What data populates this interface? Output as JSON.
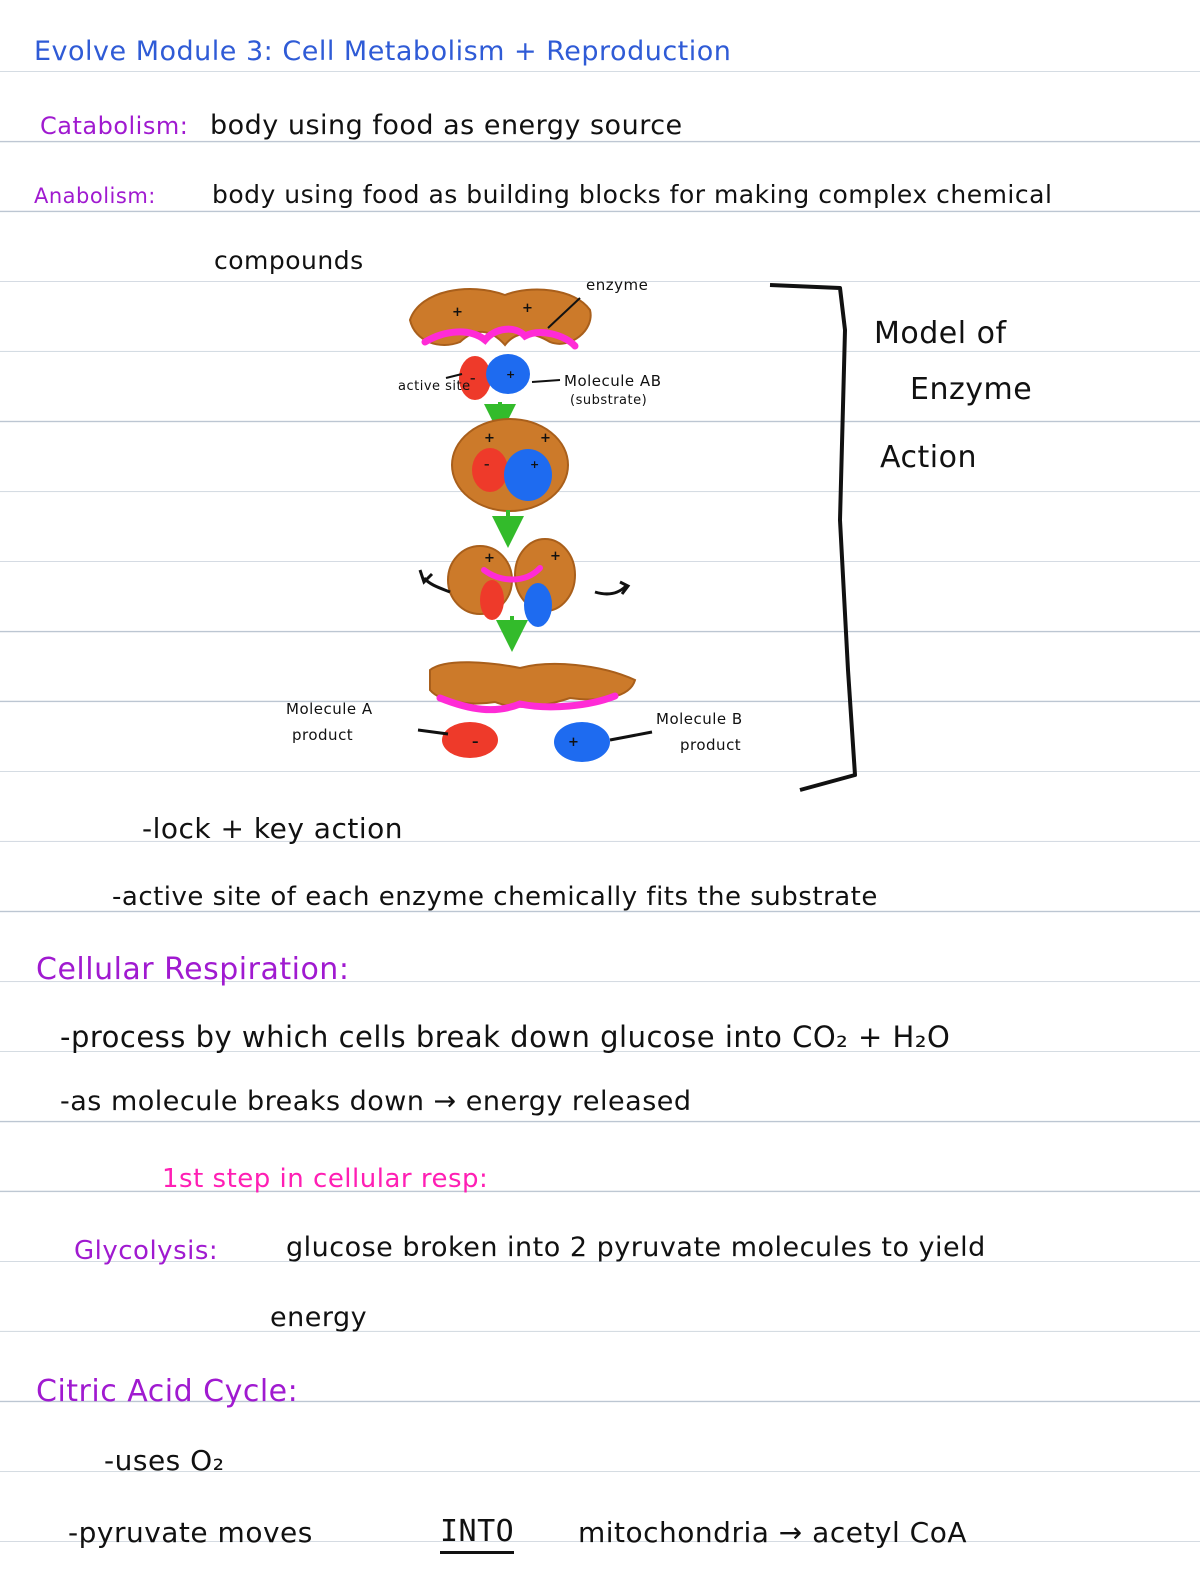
{
  "title": "Evolve Module 3: Cell Metabolism + Reproduction",
  "definitions": {
    "catabolism_term": "Catabolism:",
    "catabolism_text": "body using food as energy source",
    "anabolism_term": "Anabolism:",
    "anabolism_text": "body using food as building blocks for making complex chemical",
    "anabolism_cont": "compounds"
  },
  "diagram": {
    "enzyme_label": "enzyme",
    "active_site_label": "active site",
    "molecule_ab_label": "Molecule AB",
    "molecule_ab_sub": "(substrate)",
    "molecule_a_label": "Molecule A",
    "molecule_a_sub": "product",
    "molecule_b_label": "Molecule B",
    "molecule_b_sub": "product",
    "bracket_title_1": "Model of",
    "bracket_title_2": "Enzyme",
    "bracket_title_3": "Action"
  },
  "notes": {
    "lock_key": "-lock + key action",
    "active_site_fit": "-active site of each enzyme chemically fits the substrate"
  },
  "cellular_respiration": {
    "heading": "Cellular Respiration:",
    "point1": "-process by which cells break down glucose into CO₂ + H₂O",
    "point2": "-as molecule breaks down → energy released",
    "first_step": "1st step in cellular resp:",
    "glycolysis_term": "Glycolysis:",
    "glycolysis_text": "glucose broken into 2 pyruvate molecules to yield",
    "glycolysis_cont": "energy"
  },
  "citric_acid_cycle": {
    "heading": "Citric Acid Cycle:",
    "point1": "-uses O₂",
    "point2_pre": "-pyruvate moves",
    "point2_into": "INTO",
    "point2_post": "mitochondria → acetyl CoA"
  },
  "colors": {
    "title_blue": "#2f5bd6",
    "term_purple": "#a01ad0",
    "step_magenta": "#ff1fb4",
    "enzyme_brown": "#cc7a2a",
    "active_site_pink": "#ff2bd6",
    "molecule_red": "#ee3a2a",
    "molecule_blue": "#1e6bf0",
    "arrow_green": "#33bb2b",
    "rule_line": "#bcc6d2"
  }
}
